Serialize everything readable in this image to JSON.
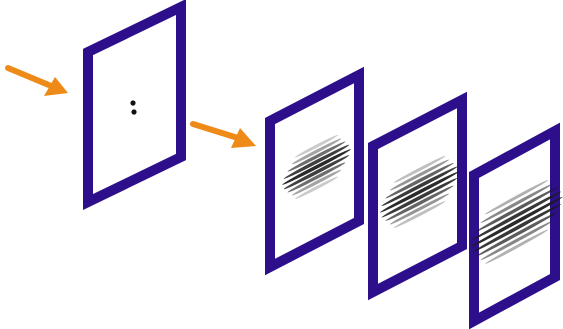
{
  "colors": {
    "frame": "#2d0f8c",
    "arrow": "#ee8a18",
    "spot": "#111111",
    "pattern": "#1a1a1a",
    "background": "#ffffff"
  },
  "elements": {
    "input_arrow": {
      "icon": "arrow-right-down-icon"
    },
    "source_screen": {
      "icon": "double-slit-mask",
      "apertures": 2
    },
    "propagation_arrow": {
      "icon": "arrow-right-down-icon"
    },
    "detector_screens": [
      {
        "pattern": "interference-fringes",
        "fringe_count": 9,
        "spread": 0.55
      },
      {
        "pattern": "interference-fringes",
        "fringe_count": 9,
        "spread": 0.75
      },
      {
        "pattern": "interference-fringes",
        "fringe_count": 9,
        "spread": 1.0
      }
    ]
  }
}
